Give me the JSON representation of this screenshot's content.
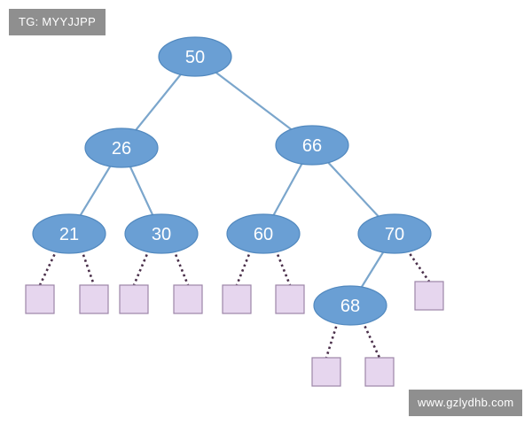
{
  "watermarks": {
    "top_left": "TG: MYYJJPP",
    "bottom_right": "www.gzlydhb.com"
  },
  "colors": {
    "node_fill": "#6a9fd4",
    "edge": "#7ba6cc",
    "null_link": "#4a2f4a",
    "leaf_fill": "#e6d6ee",
    "badge_bg": "#8f8f8f"
  },
  "tree": {
    "nodes": [
      {
        "id": "n50",
        "label": "50"
      },
      {
        "id": "n26",
        "label": "26"
      },
      {
        "id": "n66",
        "label": "66"
      },
      {
        "id": "n21",
        "label": "21"
      },
      {
        "id": "n30",
        "label": "30"
      },
      {
        "id": "n60",
        "label": "60"
      },
      {
        "id": "n70",
        "label": "70"
      },
      {
        "id": "n68",
        "label": "68"
      }
    ],
    "edges": [
      {
        "from": "n50",
        "to": "n26"
      },
      {
        "from": "n50",
        "to": "n66"
      },
      {
        "from": "n26",
        "to": "n21"
      },
      {
        "from": "n26",
        "to": "n30"
      },
      {
        "from": "n66",
        "to": "n60"
      },
      {
        "from": "n66",
        "to": "n70"
      },
      {
        "from": "n70",
        "to": "n68"
      }
    ],
    "null_leaves": [
      {
        "id": "l21a",
        "parent": "n21"
      },
      {
        "id": "l21b",
        "parent": "n21"
      },
      {
        "id": "l30a",
        "parent": "n30"
      },
      {
        "id": "l30b",
        "parent": "n30"
      },
      {
        "id": "l60a",
        "parent": "n60"
      },
      {
        "id": "l60b",
        "parent": "n60"
      },
      {
        "id": "l70b",
        "parent": "n70"
      },
      {
        "id": "l68a",
        "parent": "n68"
      },
      {
        "id": "l68b",
        "parent": "n68"
      }
    ]
  }
}
